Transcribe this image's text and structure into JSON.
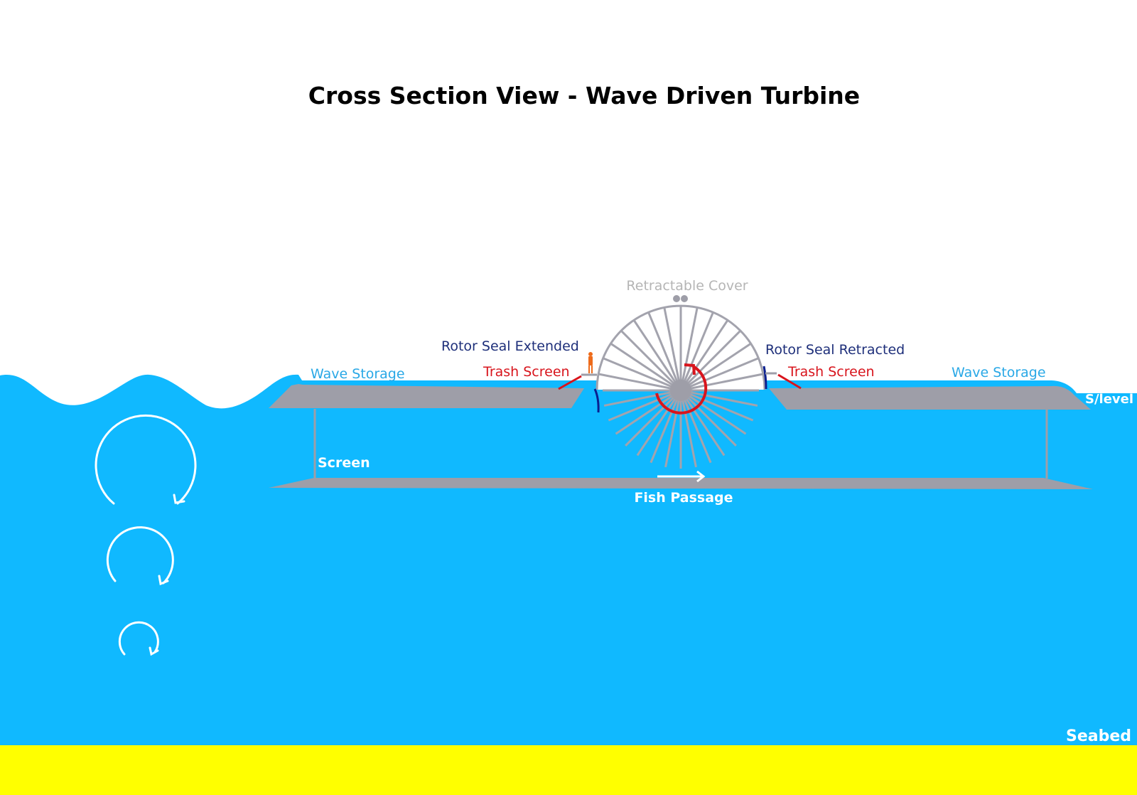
{
  "title": "Cross Section View - Wave Driven Turbine",
  "labels": {
    "retractable_cover": "Retractable Cover",
    "rotor_seal_extended": "Rotor Seal Extended",
    "rotor_seal_retracted": "Rotor Seal Retracted",
    "trash_screen_left": "Trash Screen",
    "trash_screen_right": "Trash Screen",
    "wave_storage_left": "Wave Storage",
    "wave_storage_right": "Wave Storage",
    "sea_level": "S/level",
    "screen": "Screen",
    "fish_passage": "Fish Passage",
    "seabed": "Seabed"
  },
  "colors": {
    "water": "#10b9ff",
    "seabed": "#ffff00",
    "structure": "#9e9ea8",
    "rotor_spokes": "#a3a3ad",
    "trash_screen": "#d8141c",
    "rotor_seal": "#0a1f8f",
    "seal_label": "#1e2f7a",
    "wave_storage_label": "#29a8e6",
    "cover_label": "#b5b5b5",
    "white_label": "#ffffff",
    "worker": "#ee6b1b"
  },
  "orbital_motion": {
    "description": "wave orbital circles diminishing with depth",
    "count": 3
  },
  "rotor_rotation": "counter-clockwise"
}
